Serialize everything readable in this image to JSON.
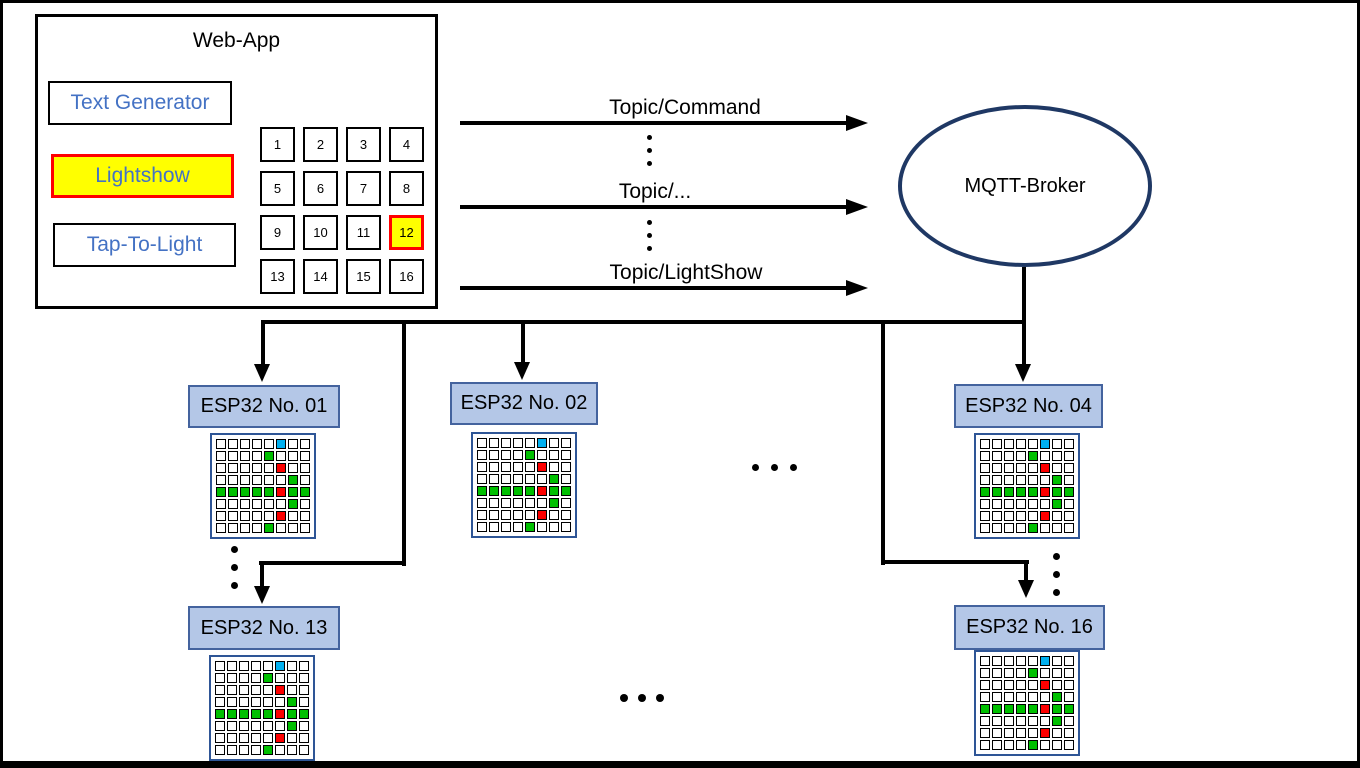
{
  "web_app": {
    "title": "Web-App",
    "buttons": [
      {
        "label": "Text Generator",
        "highlighted": false
      },
      {
        "label": "Lightshow",
        "highlighted": true
      },
      {
        "label": "Tap-To-Light",
        "highlighted": false
      }
    ],
    "pixel_grid": {
      "cells": [
        "1",
        "2",
        "3",
        "4",
        "5",
        "6",
        "7",
        "8",
        "9",
        "10",
        "11",
        "12",
        "13",
        "14",
        "15",
        "16"
      ],
      "highlighted": "12"
    }
  },
  "topics": [
    "Topic/Command",
    "Topic/...",
    "Topic/LightShow"
  ],
  "broker": {
    "label": "MQTT-Broker"
  },
  "devices": [
    {
      "label": "ESP32 No. 01"
    },
    {
      "label": "ESP32 No. 02"
    },
    {
      "label": "ESP32 No. 04"
    },
    {
      "label": "ESP32 No. 13"
    },
    {
      "label": "ESP32 No. 16"
    }
  ],
  "led_matrix": {
    "rows": 8,
    "cols": 8,
    "pattern": [
      "wwwwwbww",
      "wwwwgwww",
      "wwwwwrww",
      "wwwwwwgw",
      "gggggrgg",
      "wwwwwwgw",
      "wwwwwrww",
      "wwwwgwww"
    ],
    "colors": {
      "w": "#FFFFFF",
      "g": "#00C000",
      "r": "#FF0000",
      "b": "#00B0F0"
    }
  },
  "colors": {
    "button_text": "#4472C4",
    "highlight_bg": "#FFFF00",
    "highlight_border": "#FF0000",
    "broker_border": "#1F3864",
    "device_bg": "#B4C7E7",
    "device_border": "#44639E",
    "matrix_border": "#2E5596"
  }
}
